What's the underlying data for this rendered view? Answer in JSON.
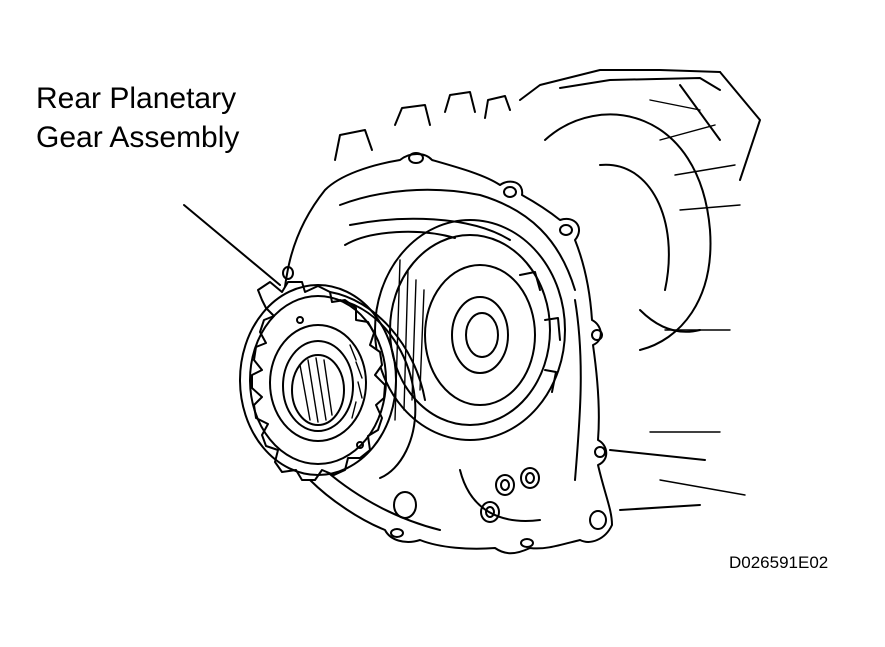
{
  "callout": {
    "line1": "Rear Planetary",
    "line2": "Gear Assembly"
  },
  "figure_code": "D026591E02"
}
